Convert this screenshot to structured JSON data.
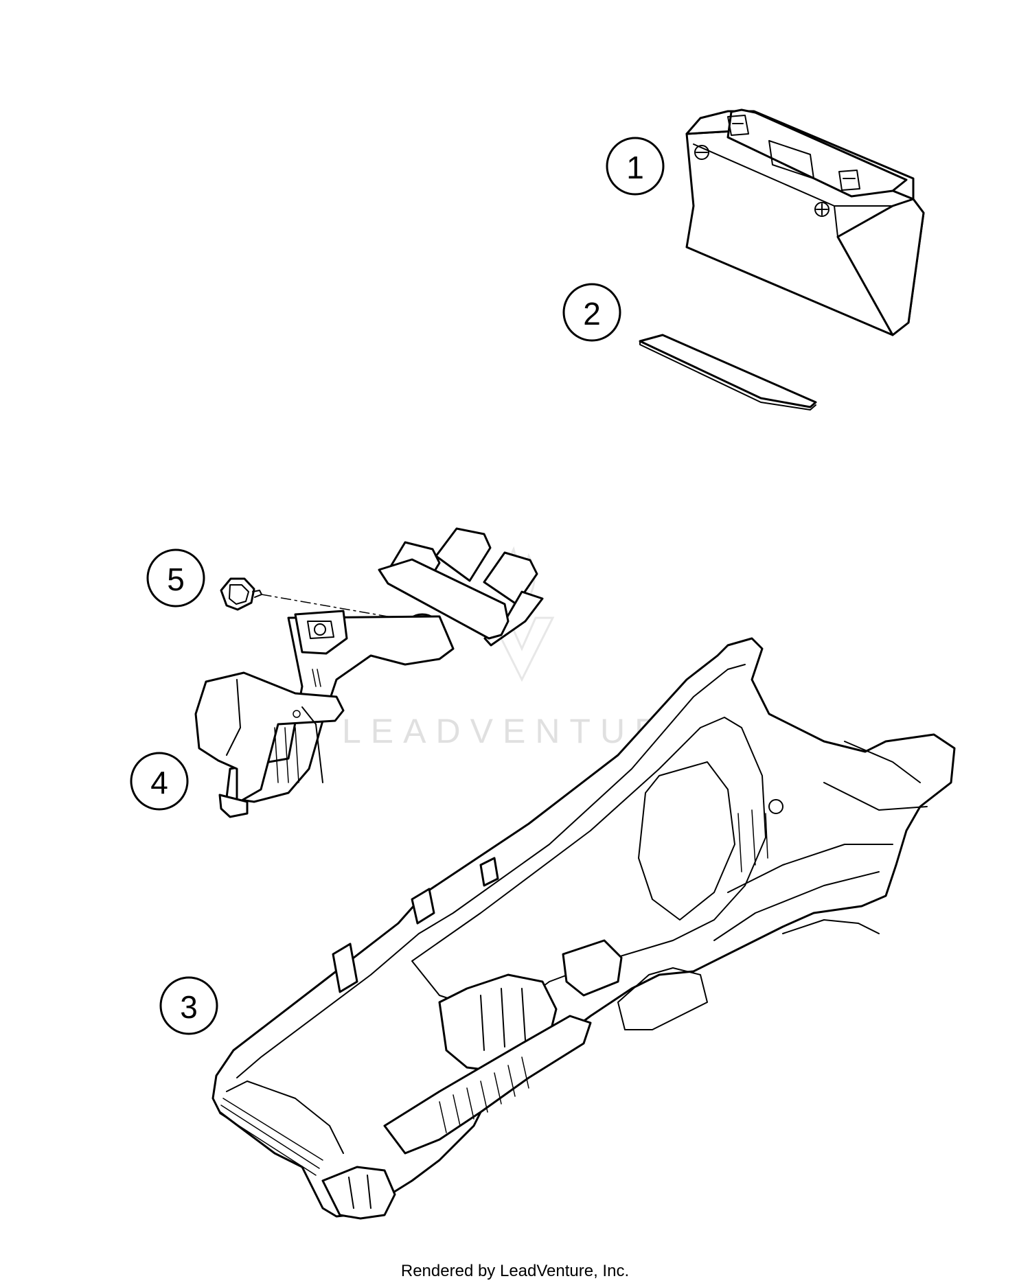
{
  "callouts": {
    "c1": "1",
    "c2": "2",
    "c3": "3",
    "c4": "4",
    "c5": "5"
  },
  "watermark": {
    "text": "LEADVENTURE"
  },
  "footer": {
    "text": "Rendered by LeadVenture, Inc."
  },
  "colors": {
    "line": "#000000",
    "background": "#ffffff",
    "watermark": "#c8c8c8"
  }
}
